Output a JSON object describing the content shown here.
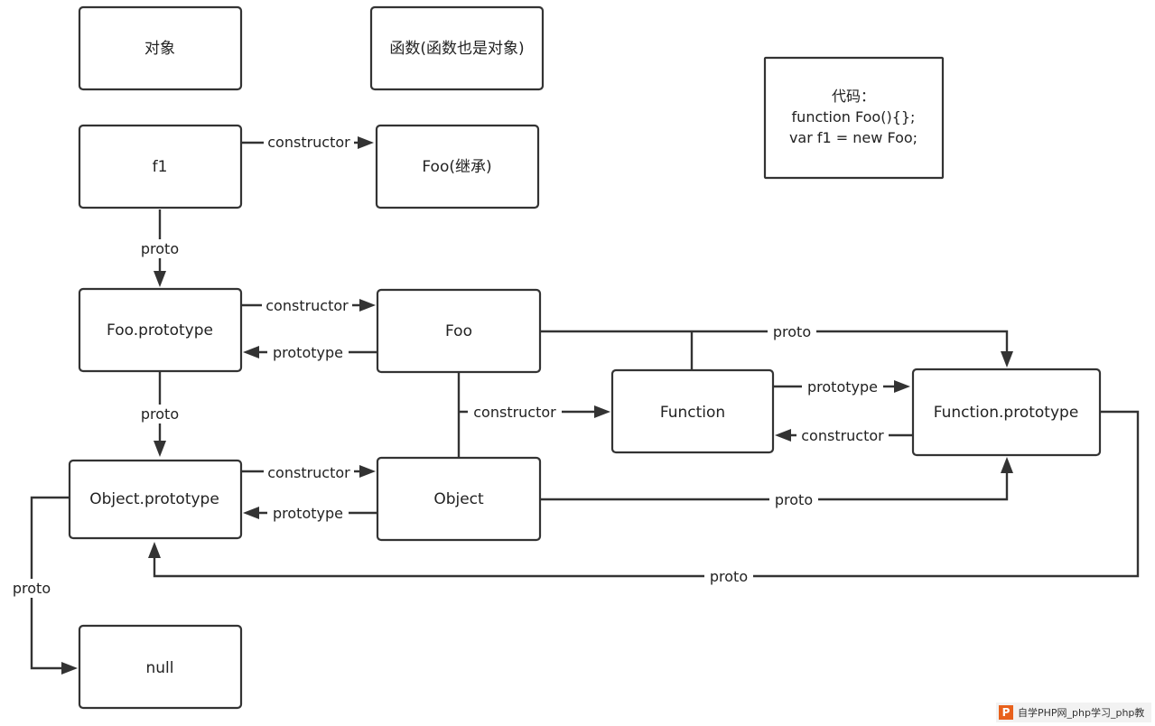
{
  "legend": {
    "object_label": "对象",
    "function_label": "函数(函数也是对象)"
  },
  "code_box": {
    "lines": [
      "代码：",
      "function Foo(){};",
      "var  f1 = new Foo;"
    ]
  },
  "nodes": {
    "f1": "f1",
    "foo_inherit": "Foo(继承)",
    "foo_prototype": "Foo.prototype",
    "foo": "Foo",
    "function": "Function",
    "function_prototype": "Function.prototype",
    "object_prototype": "Object.prototype",
    "object": "Object",
    "null": "null"
  },
  "edges": {
    "f1_constructor": "constructor",
    "f1_proto": "proto",
    "fooproto_constructor": "constructor",
    "foo_prototype": "prototype",
    "foo_proto": "proto",
    "foo_constructor": "constructor",
    "function_prototype": "prototype",
    "functionproto_constructor": "constructor",
    "fooproto_proto": "proto",
    "objproto_constructor": "constructor",
    "object_prototype": "prototype",
    "object_proto": "proto",
    "objproto_proto": "proto",
    "functionproto_proto": "proto"
  },
  "watermark": {
    "logo": "P",
    "text": "自学PHP网_php学习_php教"
  },
  "colors": {
    "stroke": "#333333",
    "watermark_logo": "#e8611c"
  }
}
